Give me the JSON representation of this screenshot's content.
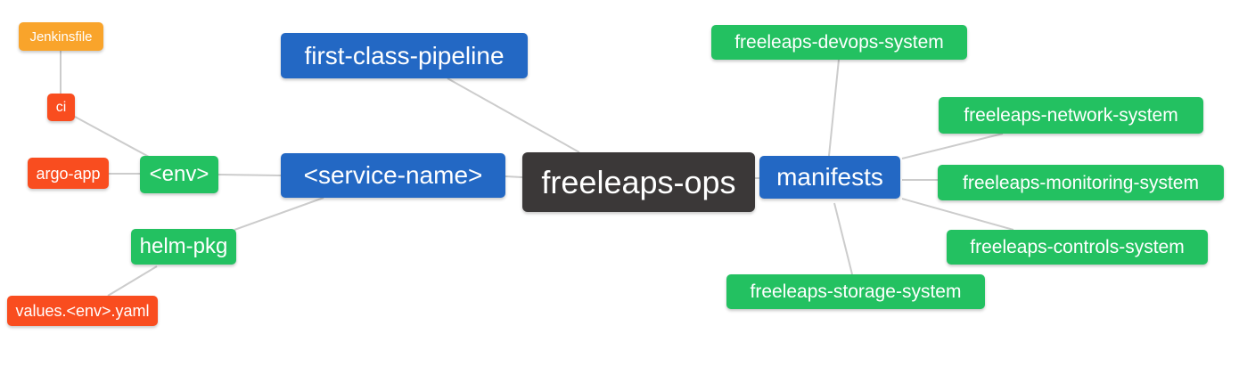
{
  "diagram": {
    "type": "mindmap",
    "root": "freeleaps-ops",
    "palette": {
      "root_bg": "#3b3838",
      "branch_bg": "#2368c4",
      "green_bg": "#23c161",
      "red_bg": "#f94d1f",
      "amber_bg": "#f9a42b",
      "edge_line": "#cccccc",
      "node_text": "#ffffff",
      "canvas_bg": "#ffffff"
    },
    "nodes": [
      {
        "id": "jenkinsfile",
        "label": "Jenkinsfile"
      },
      {
        "id": "ci",
        "label": "ci"
      },
      {
        "id": "argo-app",
        "label": "argo-app"
      },
      {
        "id": "env",
        "label": "<env>"
      },
      {
        "id": "helm-pkg",
        "label": "helm-pkg"
      },
      {
        "id": "values-env-yaml",
        "label": "values.<env>.yaml"
      },
      {
        "id": "service-name",
        "label": "<service-name>"
      },
      {
        "id": "first-class-pipeline",
        "label": "first-class-pipeline"
      },
      {
        "id": "freeleaps-ops",
        "label": "freeleaps-ops"
      },
      {
        "id": "manifests",
        "label": "manifests"
      },
      {
        "id": "devops-system",
        "label": "freeleaps-devops-system"
      },
      {
        "id": "network-system",
        "label": "freeleaps-network-system"
      },
      {
        "id": "monitoring-system",
        "label": "freeleaps-monitoring-system"
      },
      {
        "id": "controls-system",
        "label": "freeleaps-controls-system"
      },
      {
        "id": "storage-system",
        "label": "freeleaps-storage-system"
      }
    ],
    "edges": [
      {
        "from": "freeleaps-ops",
        "to": "service-name"
      },
      {
        "from": "freeleaps-ops",
        "to": "manifests"
      },
      {
        "from": "service-name",
        "to": "first-class-pipeline"
      },
      {
        "from": "service-name",
        "to": "env"
      },
      {
        "from": "service-name",
        "to": "helm-pkg"
      },
      {
        "from": "env",
        "to": "ci"
      },
      {
        "from": "env",
        "to": "argo-app"
      },
      {
        "from": "ci",
        "to": "jenkinsfile"
      },
      {
        "from": "helm-pkg",
        "to": "values-env-yaml"
      },
      {
        "from": "manifests",
        "to": "devops-system"
      },
      {
        "from": "manifests",
        "to": "network-system"
      },
      {
        "from": "manifests",
        "to": "monitoring-system"
      },
      {
        "from": "manifests",
        "to": "controls-system"
      },
      {
        "from": "manifests",
        "to": "storage-system"
      }
    ]
  }
}
